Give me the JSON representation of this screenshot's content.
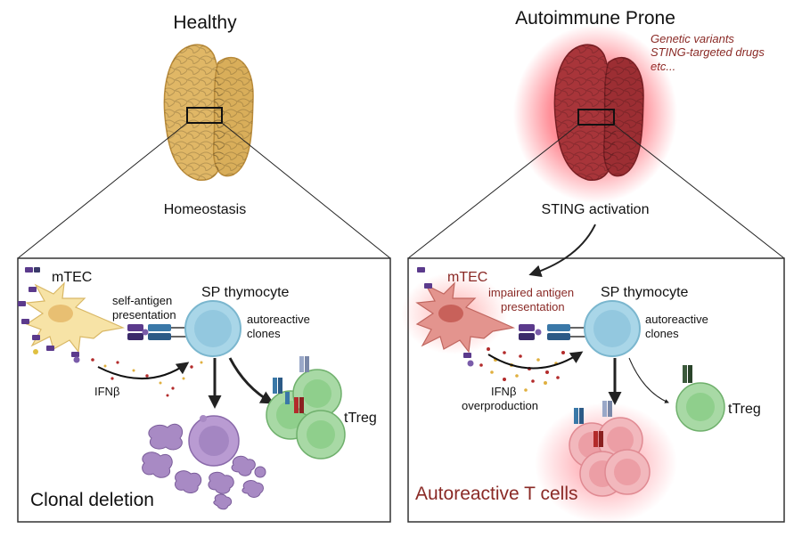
{
  "healthy": {
    "title": "Healthy",
    "state": "Homeostasis",
    "mtec": "mTEC",
    "presentation_line1": "self-antigen",
    "presentation_line2": "presentation",
    "thymocyte": "SP thymocyte",
    "autoreactive_line1": "autoreactive",
    "autoreactive_line2": "clones",
    "ifnb": "IFNβ",
    "treg": "tTreg",
    "outcome": "Clonal deletion"
  },
  "prone": {
    "title": "Autoimmune Prone",
    "triggers": [
      "Genetic variants",
      "STING-targeted drugs",
      "etc..."
    ],
    "state": "STING activation",
    "mtec": "mTEC",
    "presentation_line1": "impaired antigen",
    "presentation_line2": "presentation",
    "thymocyte": "SP thymocyte",
    "autoreactive_line1": "autoreactive",
    "autoreactive_line2": "clones",
    "ifnb_line1": "IFNβ",
    "ifnb_line2": "overproduction",
    "treg": "tTreg",
    "outcome": "Autoreactive T cells"
  },
  "colors": {
    "healthy_thymus": "#e0b766",
    "prone_thymus": "#a8353a",
    "prone_glow": "#ff4050",
    "mtec_healthy": "#f7e3a6",
    "mtec_prone": "#e3948e",
    "thymocyte": "#a9d6e8",
    "treg": "#8fcf8c",
    "deleted_cell": "#a88ac4",
    "autoreactive_cell": "#f2b8bd",
    "accent_red": "#8a2a26"
  }
}
